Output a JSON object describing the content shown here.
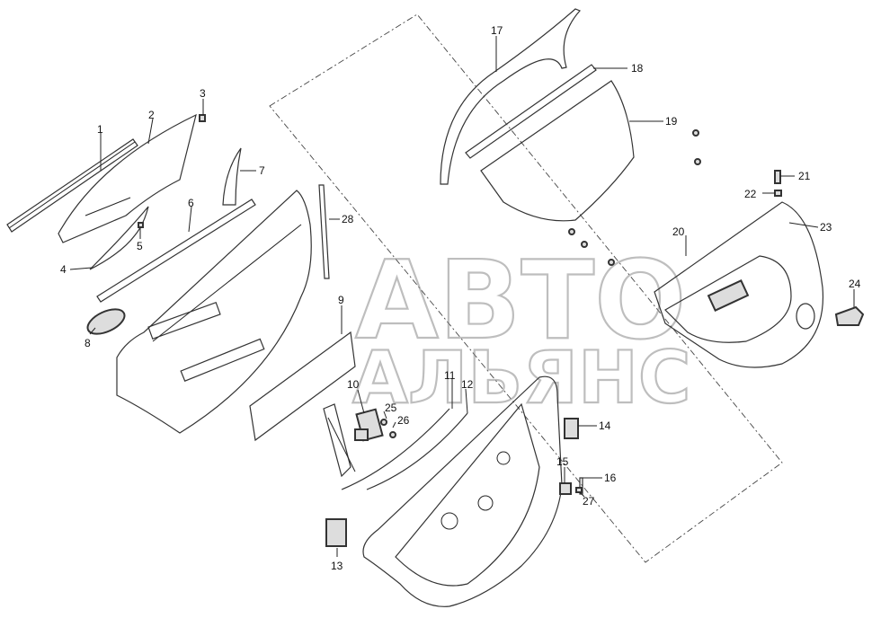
{
  "watermark": {
    "line1": "АВТО",
    "line2": "АЛЬЯНС"
  },
  "callouts": {
    "c1": "1",
    "c2": "2",
    "c3": "3",
    "c4": "4",
    "c5": "5",
    "c6": "6",
    "c7": "7",
    "c8": "8",
    "c9": "9",
    "c10": "10",
    "c11": "11",
    "c12": "12",
    "c13": "13",
    "c14": "14",
    "c15": "15",
    "c16": "16",
    "c17": "17",
    "c18": "18",
    "c19": "19",
    "c20": "20",
    "c21": "21",
    "c22": "22",
    "c23": "23",
    "c24": "24",
    "c25": "25",
    "c26": "26",
    "c27": "27",
    "c28": "28"
  }
}
